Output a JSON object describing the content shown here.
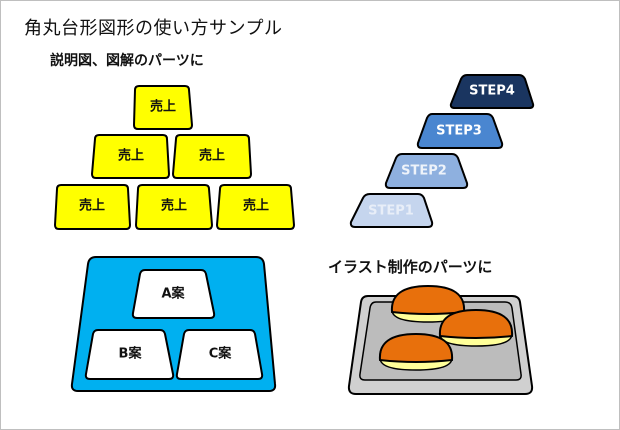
{
  "page": {
    "title": "角丸台形図形の使い方サンプル",
    "section_diagram": "説明図、図解のパーツに",
    "section_illustration": "イラスト制作のパーツに"
  },
  "pyramid": {
    "fill": "#ffff00",
    "blocks": [
      {
        "row": 1,
        "label": "売上"
      },
      {
        "row": 2,
        "label": "売上"
      },
      {
        "row": 2,
        "label": "売上"
      },
      {
        "row": 3,
        "label": "売上"
      },
      {
        "row": 3,
        "label": "売上"
      },
      {
        "row": 3,
        "label": "売上"
      }
    ]
  },
  "steps": [
    {
      "label": "STEP1",
      "fill": "#c5d5ee",
      "text_color": "#e8eef8"
    },
    {
      "label": "STEP2",
      "fill": "#8eb0df",
      "text_color": "#eef3fa"
    },
    {
      "label": "STEP3",
      "fill": "#4a86d0",
      "text_color": "#ffffff"
    },
    {
      "label": "STEP4",
      "fill": "#1a3560",
      "text_color": "#ffffff"
    }
  ],
  "plan_board": {
    "fill": "#00b0f0",
    "cards": [
      {
        "label": "A案"
      },
      {
        "label": "B案"
      },
      {
        "label": "C案"
      }
    ]
  },
  "tray": {
    "tray_fill": "#d0d0d0",
    "inner_fill": "#bcbcbc",
    "bun_top": "#e8700c",
    "bun_bottom": "#ffff99",
    "bun_count": 3
  }
}
